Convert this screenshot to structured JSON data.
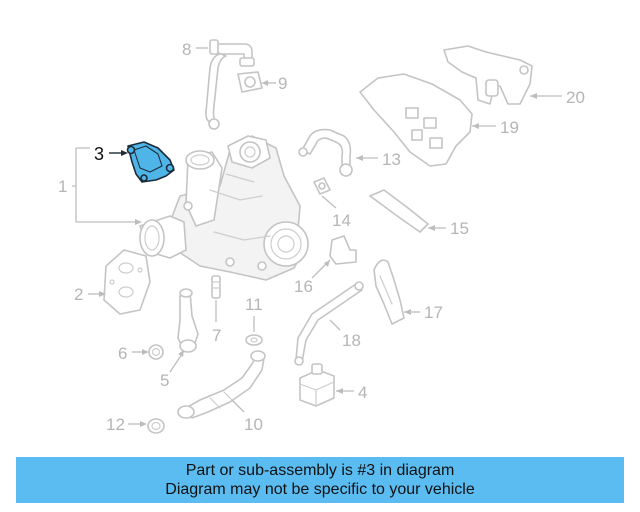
{
  "diagram": {
    "callouts": {
      "c1": "1",
      "c2": "2",
      "c3": "3",
      "c4": "4",
      "c5": "5",
      "c6": "6",
      "c7": "7",
      "c8": "8",
      "c9": "9",
      "c10": "10",
      "c11": "11",
      "c12": "12",
      "c13": "13",
      "c14": "14",
      "c15": "15",
      "c16": "16",
      "c17": "17",
      "c18": "18",
      "c19": "19",
      "c20": "20"
    },
    "highlighted_part": "3",
    "colors": {
      "highlight_fill": "#4fb5e8",
      "banner": "#5bbcf2",
      "line_art": "#c4c4c4"
    }
  },
  "banner": {
    "line1": "Part or sub-assembly is #3 in diagram",
    "line2": "Diagram may not be specific to your vehicle"
  }
}
